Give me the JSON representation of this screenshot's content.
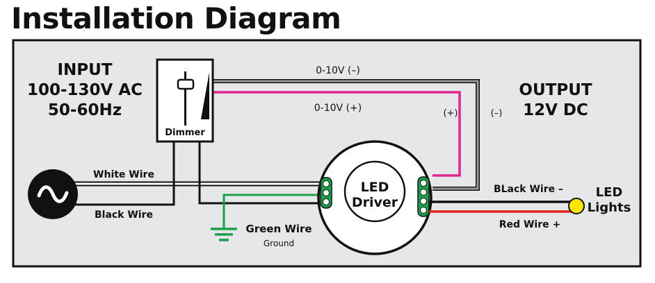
{
  "title": "Installation Diagram",
  "input": {
    "line1": "INPUT",
    "line2": "100-130V AC",
    "line3": "50-60Hz"
  },
  "output": {
    "line1": "OUTPUT",
    "line2": "12V DC"
  },
  "dimmer_label": "Dimmer",
  "driver_label": {
    "line1": "LED",
    "line2": "Driver"
  },
  "lights_label": {
    "line1": "LED",
    "line2": "Lights"
  },
  "wires": {
    "white": "White Wire",
    "black": "Black Wire",
    "green": "Green Wire",
    "ground": "Ground",
    "dim_neg": "0-10V (–)",
    "dim_pos": "0-10V (+)",
    "plus_marker": "(+)",
    "minus_marker": "(–)",
    "black_out": "BLack  Wire –",
    "red_out": "Red Wire +"
  },
  "colors": {
    "panel": "#e6e7e8",
    "frame": "#111111",
    "white_wire": "#ffffff",
    "gray_wire": "#9a9a9a",
    "magenta_wire": "#e4258f",
    "green_wire": "#1aa048",
    "red_wire": "#e2231a",
    "bulb": "#ffe600"
  },
  "icons": [
    "ac-source-icon",
    "ground-icon",
    "dimmer-slider-icon",
    "bulb-icon"
  ]
}
